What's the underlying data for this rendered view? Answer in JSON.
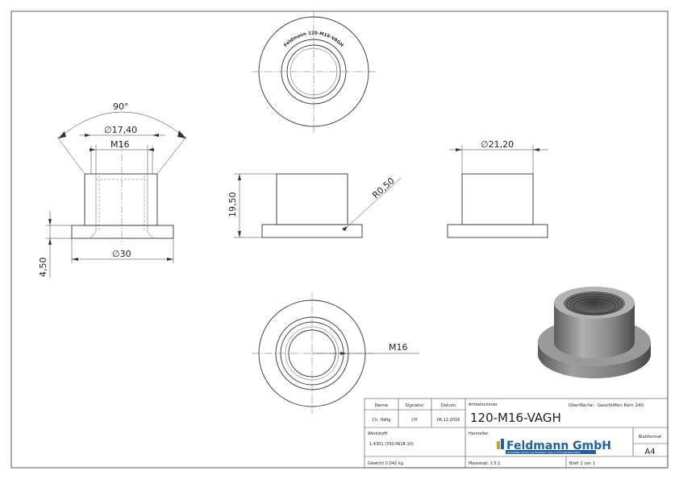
{
  "dimensions": {
    "angle": "90°",
    "dia_17_40": "∅17,40",
    "thread_top": "M16",
    "height_19_50": "19,50",
    "radius": "R0,50",
    "dia_21_20": "∅21,20",
    "dia_30": "∅30",
    "height_4_50": "4,50",
    "thread_bottom": "M16"
  },
  "engraving": "Feldmann 120-M16-VAGH",
  "title_block": {
    "col_name": "Name",
    "col_signature": "Signatur",
    "col_date": "Datum",
    "name_value": "Ch. Häfig",
    "signature_value": "CH",
    "date_value": "06.12.2016",
    "article_label": "Artikelnummer",
    "article_number": "120-M16-VAGH",
    "surface_label": "Oberfläche:",
    "surface_value": "Geschliffen Korn 240",
    "material_label": "Werkstoff:",
    "material_value": "1.4301 (X5CrNi18-10)",
    "manufacturer_label": "Hersteller",
    "company_name": "Feldmann GmbH",
    "company_tagline": "Qualitätsprodukte aus Edelstahl, Glas und Sonderelementen",
    "sheet_format_label": "Blattformat",
    "sheet_format_value": "A4",
    "weight": "Gewicht 0.042 kg",
    "scale": "Massstab: 1.5:1",
    "sheet": "Blatt 1 von 1"
  },
  "colors": {
    "line": "#333333",
    "logo_blue": "#1f5fa8",
    "logo_gold": "#c9a227",
    "metal_light": "#a9a9a9",
    "metal_dark": "#5c5c5c"
  }
}
